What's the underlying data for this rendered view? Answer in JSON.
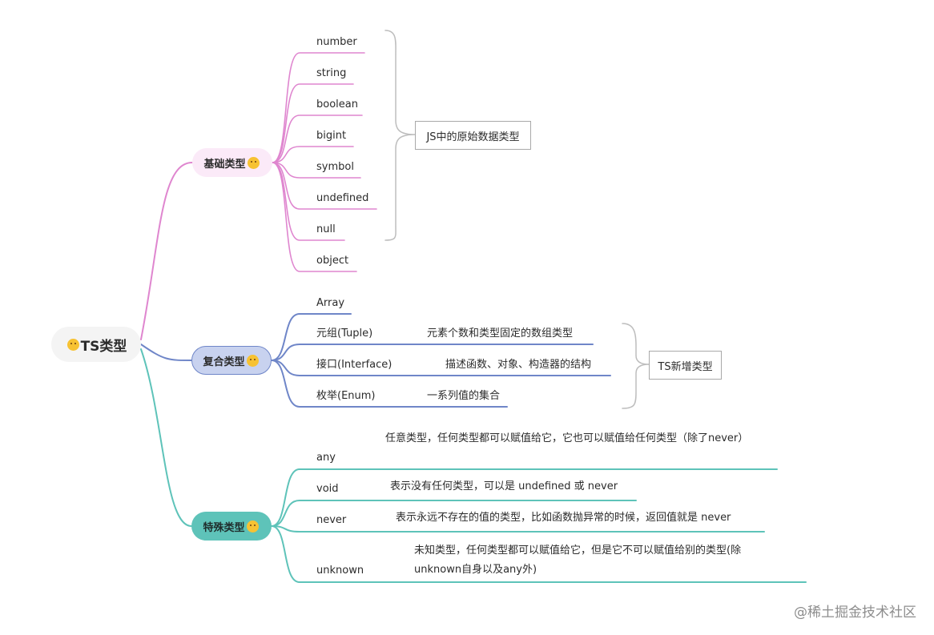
{
  "root": {
    "label": "TS类型",
    "emoji": "star-struck-emoji"
  },
  "colors": {
    "pink": "#df86cf",
    "blue": "#6f86c8",
    "teal": "#5ec3b9",
    "bracket": "#bdbdbd"
  },
  "basic": {
    "label": "基础类型",
    "emoji": "squinting-face-emoji",
    "items": [
      "number",
      "string",
      "boolean",
      "bigint",
      "symbol",
      "undefined",
      "null",
      "object"
    ],
    "summary": "JS中的原始数据类型"
  },
  "composite": {
    "label": "复合类型",
    "emoji": "winking-face-emoji",
    "items": [
      {
        "name": "Array",
        "desc": ""
      },
      {
        "name": "元组(Tuple)",
        "desc": "元素个数和类型固定的数组类型"
      },
      {
        "name": "接口(Interface)",
        "desc": "描述函数、对象、构造器的结构"
      },
      {
        "name": "枚举(Enum)",
        "desc": "一系列值的集合"
      }
    ],
    "summary": "TS新增类型"
  },
  "special": {
    "label": "特殊类型",
    "emoji": "smiling-face-with-hearts-emoji",
    "items": [
      {
        "name": "any",
        "desc": "任意类型，任何类型都可以赋值给它，它也可以赋值给任何类型（除了never）"
      },
      {
        "name": "void",
        "desc": "表示没有任何类型，可以是 undefined 或 never"
      },
      {
        "name": "never",
        "desc": "表示永远不存在的值的类型，比如函数抛异常的时候，返回值就是 never"
      },
      {
        "name": "unknown",
        "desc": "未知类型，任何类型都可以赋值给它，但是它不可以赋值给别的类型(除unknown自身以及any外)"
      }
    ]
  },
  "watermark": "@稀土掘金技术社区"
}
